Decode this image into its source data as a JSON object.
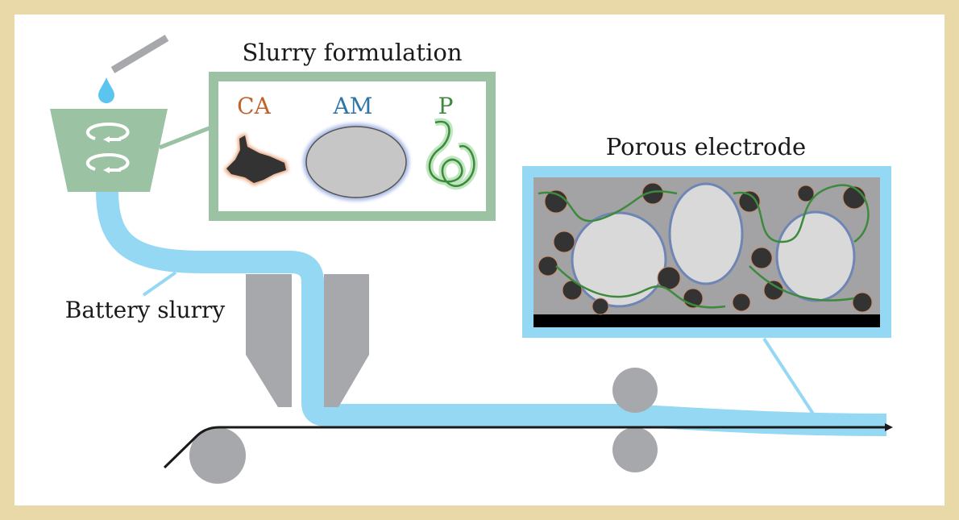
{
  "titles": {
    "slurry_formulation": "Slurry formulation",
    "porous_electrode": "Porous electrode",
    "battery_slurry": "Battery slurry"
  },
  "components": {
    "ca": "CA",
    "am": "AM",
    "p": "P"
  },
  "colors": {
    "frame": "#e9d9a8",
    "green_box": "#9bc2a3",
    "slurry_blue": "#94d8f3",
    "drop_blue": "#5bc4ef",
    "machine_gray": "#a7a8ab",
    "ca_color": "#c0622a",
    "am_color": "#2f76a8",
    "p_color": "#3d8a3d"
  }
}
